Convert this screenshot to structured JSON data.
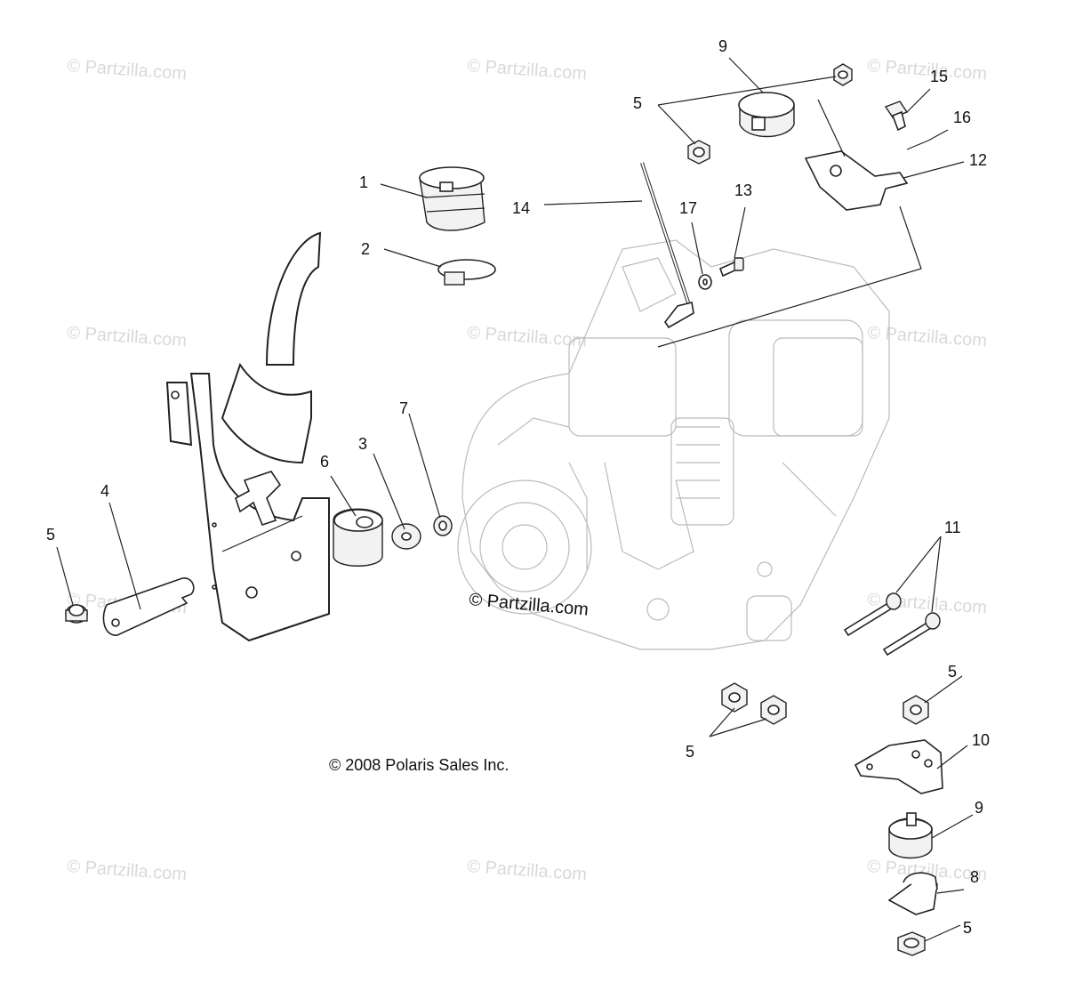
{
  "watermark_text": "© Partzilla.com",
  "center_watermark_text": "© Partzilla.com",
  "copyright_text": "© 2008 Polaris Sales Inc.",
  "callouts": [
    {
      "id": "c1",
      "label": "1"
    },
    {
      "id": "c2",
      "label": "2"
    },
    {
      "id": "c3",
      "label": "3"
    },
    {
      "id": "c4",
      "label": "4"
    },
    {
      "id": "c5a",
      "label": "5"
    },
    {
      "id": "c5b",
      "label": "5"
    },
    {
      "id": "c5c",
      "label": "5"
    },
    {
      "id": "c5d",
      "label": "5"
    },
    {
      "id": "c5e",
      "label": "5"
    },
    {
      "id": "c6",
      "label": "6"
    },
    {
      "id": "c7",
      "label": "7"
    },
    {
      "id": "c8",
      "label": "8"
    },
    {
      "id": "c9a",
      "label": "9"
    },
    {
      "id": "c9b",
      "label": "9"
    },
    {
      "id": "c10",
      "label": "10"
    },
    {
      "id": "c11",
      "label": "11"
    },
    {
      "id": "c12",
      "label": "12"
    },
    {
      "id": "c13",
      "label": "13"
    },
    {
      "id": "c14",
      "label": "14"
    },
    {
      "id": "c15",
      "label": "15"
    },
    {
      "id": "c16",
      "label": "16"
    },
    {
      "id": "c17",
      "label": "17"
    }
  ]
}
